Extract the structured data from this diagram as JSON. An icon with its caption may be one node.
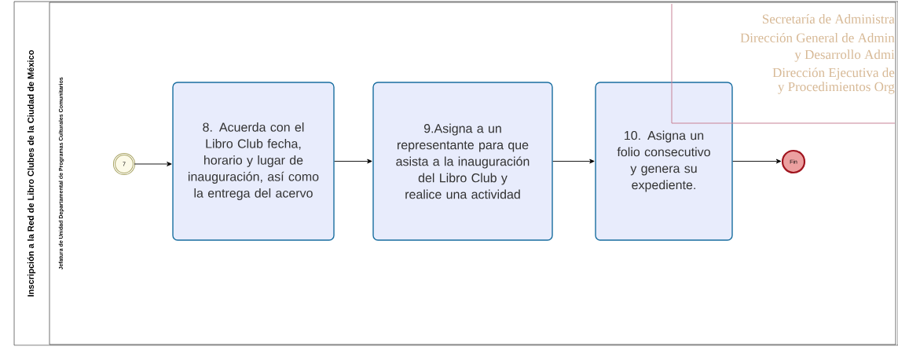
{
  "diagram": {
    "nodes": [
      {
        "text": [
          "Inscripción a la Red de  Libro Clubes de la Ciudad de México"
        ]
      },
      {
        "text": [
          "Jefatura de Unidad Departamental de Programas Culturales Comunitarios"
        ],
        "in": 0
      },
      {
        "text": [
          "7"
        ],
        "in": 1
      },
      {
        "text": [
          "8. Acuerda con el Libro Club fecha, horario y lugar de inauguración, así como la entrega del acervo"
        ],
        "in": 1
      },
      {
        "text": [
          "9.Asigna a un representante para que asista a la inauguración del Libro Club y realice una actividad"
        ],
        "in": 1
      },
      {
        "text": [
          "10. Asigna un folio consecutivo y genera su expediente."
        ],
        "in": 1
      },
      {
        "text": [
          "Fin"
        ],
        "in": 1
      },
      {
        "text": [
          "Secretaría  de Administra",
          "Dirección General de Admin",
          "y Desarrollo Admi",
          "Dirección Ejecutiva de",
          "y Procedimientos Org"
        ],
        "in": 1
      }
    ],
    "edges": [
      {
        "from": 2,
        "to": 3,
        "arrow": "to"
      },
      {
        "from": 3,
        "to": 4,
        "arrow": "to"
      },
      {
        "from": 4,
        "to": 5,
        "arrow": "to"
      },
      {
        "from": 5,
        "to": 6,
        "arrow": "to"
      }
    ]
  }
}
